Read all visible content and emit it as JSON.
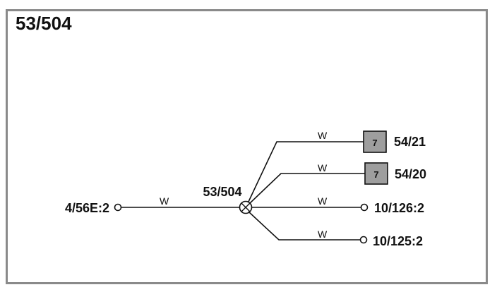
{
  "title": "53/504",
  "colors": {
    "line": "#111111",
    "frame": "#8a8a8a",
    "component_fill": "#9e9e9e"
  },
  "splice": {
    "label": "53/504",
    "icon": "splice-x-circle-icon"
  },
  "source": {
    "label": "4/56E:2",
    "wire_color": "W",
    "icon": "connector-pin-icon"
  },
  "branches": [
    {
      "label": "54/21",
      "wire_color": "W",
      "terminal": "component",
      "icon": "component-box-icon"
    },
    {
      "label": "54/20",
      "wire_color": "W",
      "terminal": "component",
      "icon": "component-box-icon"
    },
    {
      "label": "10/126:2",
      "wire_color": "W",
      "terminal": "pin",
      "icon": "connector-pin-icon"
    },
    {
      "label": "10/125:2",
      "wire_color": "W",
      "terminal": "pin",
      "icon": "connector-pin-icon"
    }
  ]
}
